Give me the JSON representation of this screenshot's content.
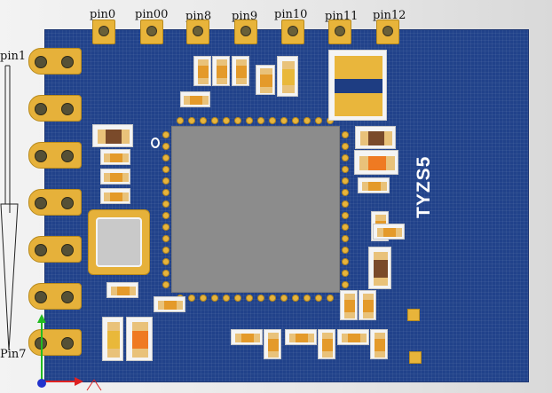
{
  "top_pins": [
    "pin0",
    "pin00",
    "pin8",
    "pin9",
    "pin10",
    "pin11",
    "pin12"
  ],
  "left_pin_top_label": "pin1",
  "left_pin_bottom_label": "Pin7",
  "board_marking": "TYZS5",
  "colors": {
    "board": "#21428a",
    "pad_gold": "#e8b43a",
    "chip": "#8c8c8c",
    "axis_z": "#22bb22",
    "axis_x": "#dd2222",
    "axis_origin": "#2233cc"
  },
  "icons": [
    "axis-triad-icon"
  ]
}
